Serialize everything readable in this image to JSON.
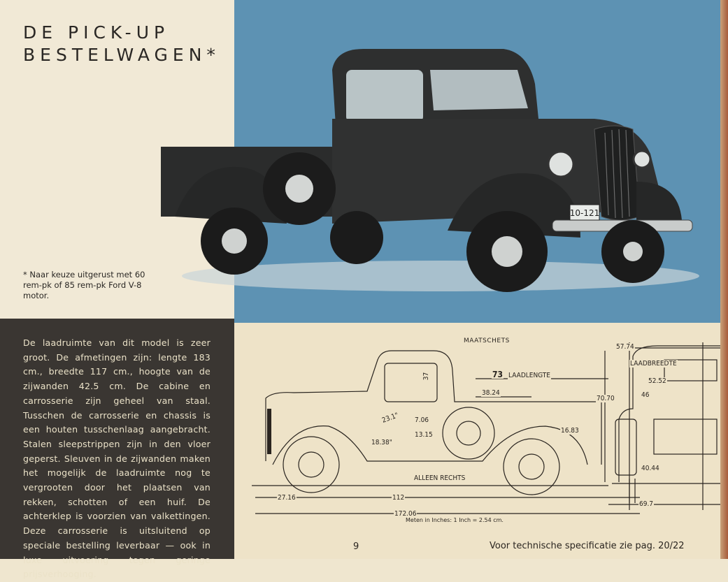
{
  "title": {
    "line1": "DE PICK-UP",
    "line2": "BESTELWAGEN*"
  },
  "footnote": "* Naar keuze uitgerust met 60 rem-pk of 85 rem-pk Ford V-8 motor.",
  "license_plate": "10-121",
  "description": "De laadruimte van dit model is zeer groot. De afmetingen zijn: lengte 183 cm., breedte 117 cm., hoogte van de zijwanden 42.5 cm. De cabine en carrosserie zijn geheel van staal. Tusschen de carrosserie en chassis is een houten tusschenlaag aangebracht. Stalen sleepstrippen zijn in den vloer geperst. Sleuven in de zijwanden maken het mogelijk de laadruimte nog te vergrooten door het plaatsen van rekken, schotten of een huif. De achterklep is voorzien van valkettingen. Deze carrosserie is uitsluitend op speciale bestelling leverbaar — ook in luxe uitvoering tegen geringe prijsverhooging.",
  "diagram": {
    "title": "MAATSCHETS",
    "dims": {
      "d57_74": "57.74",
      "laadbreedte": "LAADBREEDTE",
      "d73": "73",
      "laadlengte": "LAADLENGTE",
      "d37": "37",
      "d38_24": "38.24",
      "d70_70": "70.70",
      "d52_52": "52.52",
      "d46": "46",
      "d23_1": "23.1\"",
      "d7_06": "7.06",
      "d13_15": "13.15",
      "d18_38": "18.38\"",
      "d16_83": "16.83",
      "d40_44": "40.44",
      "alleen_rechts": "ALLEEN RECHTS",
      "d27_16": "27.16",
      "d112": "112",
      "d172_06": "172.06",
      "d69_7": "69.7"
    },
    "units_note": "Meten in Inches: 1 Inch = 2.54 cm."
  },
  "footer": {
    "page_number": "9",
    "spec_note": "Voor technische specificatie zie pag. 20/22"
  }
}
